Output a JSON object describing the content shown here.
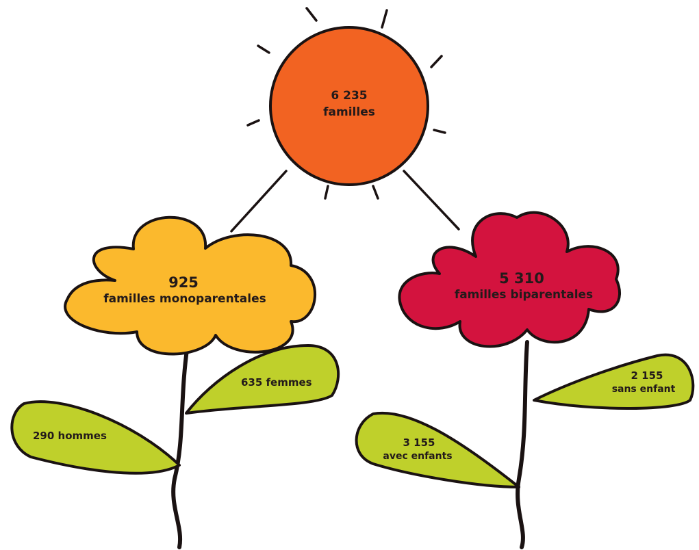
{
  "colors": {
    "sun": "#f26322",
    "flower_left": "#fbb92d",
    "flower_right": "#d3133e",
    "leaf": "#bfd02b",
    "outline": "#1a1212"
  },
  "sun": {
    "value": "6 235",
    "label": "familles"
  },
  "left_flower": {
    "value": "925",
    "label": "familles monoparentales",
    "leaves": [
      {
        "text": "635 femmes"
      },
      {
        "text": "290 hommes"
      }
    ]
  },
  "right_flower": {
    "value": "5 310",
    "label": "familles biparentales",
    "leaves": [
      {
        "value": "2 155",
        "label": "sans enfant"
      },
      {
        "value": "3 155",
        "label": "avec enfants"
      }
    ]
  }
}
